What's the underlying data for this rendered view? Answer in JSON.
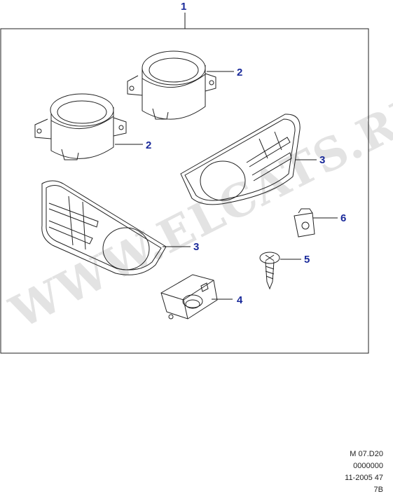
{
  "watermark": "WWW.ELCATS.RU",
  "callouts": {
    "kit": "1",
    "ring_upper": "2",
    "ring_lower": "2",
    "grille_right": "3",
    "grille_left": "3",
    "switch": "4",
    "screw": "5",
    "clip": "6"
  },
  "reference": {
    "line1": "M 07.D20",
    "line2": "0000000",
    "line3": "11-2005 47",
    "line4": "7B"
  },
  "colors": {
    "callout": "#1a2a9a",
    "line": "#222222",
    "watermark": "#e3e3e3"
  }
}
